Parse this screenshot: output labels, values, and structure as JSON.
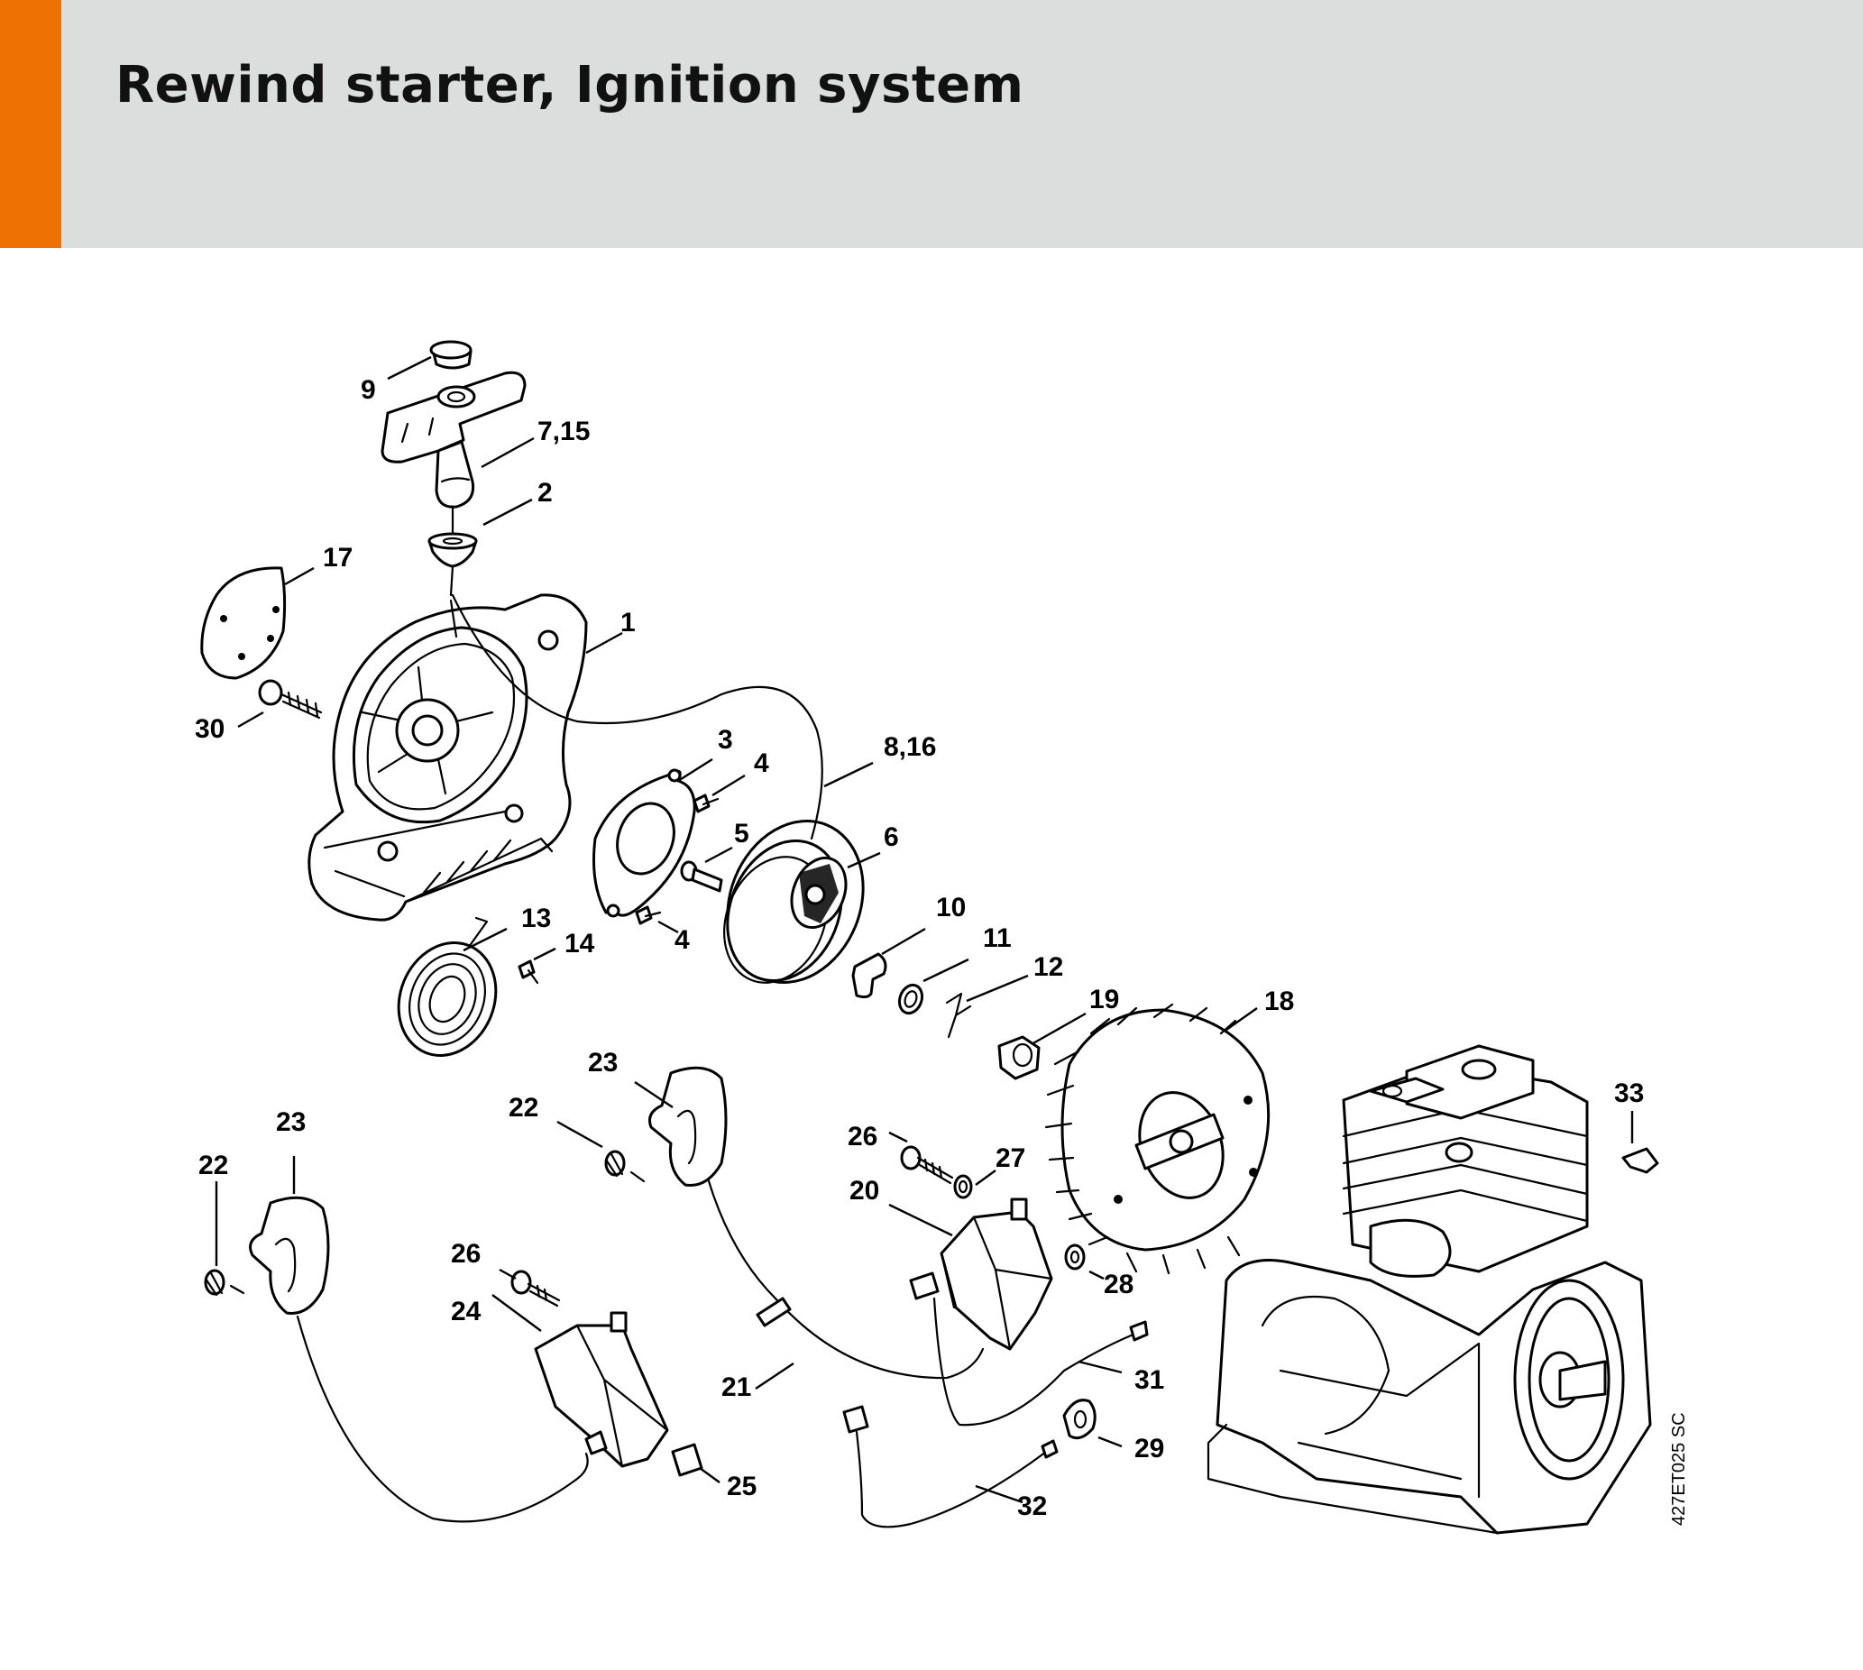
{
  "header": {
    "title": "Rewind starter, Ignition system",
    "accent_color": "#ee7203",
    "band_color": "#dcdddd"
  },
  "callouts": {
    "c1": "1",
    "c2": "2",
    "c3": "3",
    "c4a": "4",
    "c4b": "4",
    "c5": "5",
    "c6": "6",
    "c7_15": "7,15",
    "c8_16": "8,16",
    "c9": "9",
    "c10": "10",
    "c11": "11",
    "c12": "12",
    "c13": "13",
    "c14": "14",
    "c17": "17",
    "c18": "18",
    "c19": "19",
    "c20": "20",
    "c21": "21",
    "c22a": "22",
    "c22b": "22",
    "c23a": "23",
    "c23b": "23",
    "c24": "24",
    "c25": "25",
    "c26a": "26",
    "c26b": "26",
    "c27": "27",
    "c28": "28",
    "c29": "29",
    "c30": "30",
    "c31": "31",
    "c32": "32",
    "c33": "33"
  },
  "drawing_code": "427ET025 SC"
}
